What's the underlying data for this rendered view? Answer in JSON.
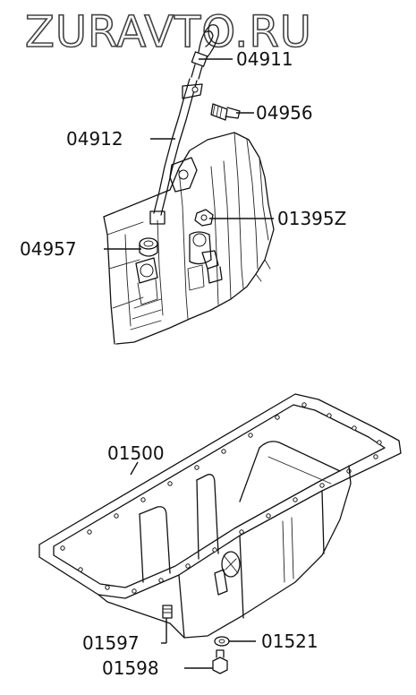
{
  "watermark": "ZURAVTO.RU",
  "parts": [
    {
      "id": "dipstick",
      "number": "04911"
    },
    {
      "id": "bolt",
      "number": "04956"
    },
    {
      "id": "guide-tube",
      "number": "04912"
    },
    {
      "id": "nut",
      "number": "01395Z"
    },
    {
      "id": "o-ring",
      "number": "04957"
    },
    {
      "id": "oil-pan",
      "number": "01500"
    },
    {
      "id": "sensor",
      "number": "01597"
    },
    {
      "id": "gasket",
      "number": "01521"
    },
    {
      "id": "drain-plug",
      "number": "01598"
    }
  ]
}
